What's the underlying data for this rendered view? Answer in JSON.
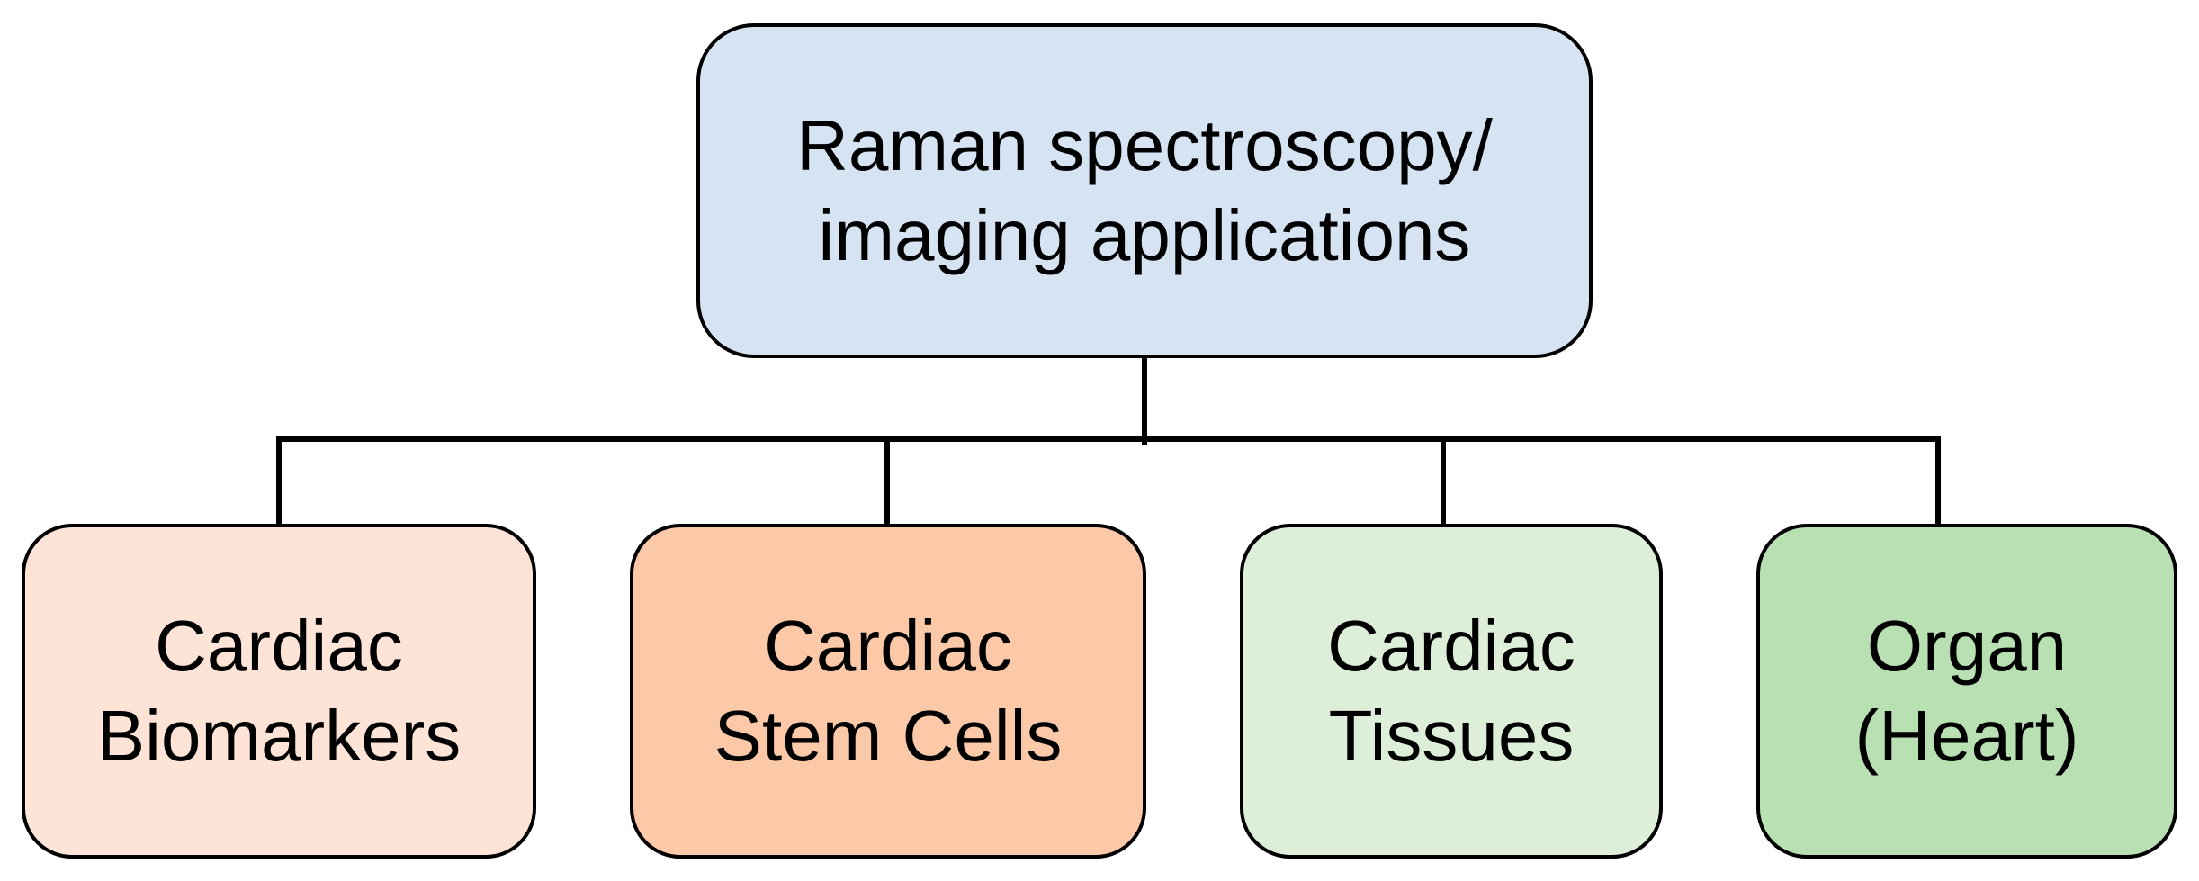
{
  "root": {
    "lines": [
      "Raman spectroscopy/",
      "imaging applications"
    ],
    "color": "#d6e3f3"
  },
  "children": [
    {
      "lines": [
        "Cardiac",
        "Biomarkers"
      ],
      "color": "#fde4d6"
    },
    {
      "lines": [
        "Cardiac",
        "Stem Cells"
      ],
      "color": "#fbc9a8"
    },
    {
      "lines": [
        "Cardiac",
        "Tissues"
      ],
      "color": "#ddefd9"
    },
    {
      "lines": [
        "Organ",
        "(Heart)"
      ],
      "color": "#b9e0b2"
    }
  ]
}
